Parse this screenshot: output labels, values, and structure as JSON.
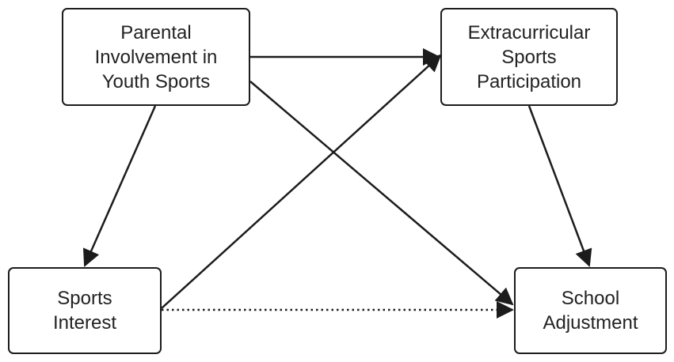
{
  "nodes": {
    "parental": {
      "lines": [
        "Parental",
        "Involvement in",
        "Youth Sports"
      ]
    },
    "extra": {
      "lines": [
        "Extracurricular",
        "Sports",
        "Participation"
      ]
    },
    "sports": {
      "lines": [
        "Sports",
        "Interest"
      ]
    },
    "school": {
      "lines": [
        "School",
        "Adjustment"
      ]
    }
  },
  "edges": [
    {
      "from": "parental",
      "to": "extra",
      "style": "solid"
    },
    {
      "from": "parental",
      "to": "school",
      "style": "solid"
    },
    {
      "from": "parental",
      "to": "sports",
      "style": "solid"
    },
    {
      "from": "sports",
      "to": "extra",
      "style": "solid"
    },
    {
      "from": "extra",
      "to": "school",
      "style": "solid"
    },
    {
      "from": "sports",
      "to": "school",
      "style": "dotted"
    }
  ],
  "colors": {
    "stroke": "#1c1c1c",
    "text": "#222222",
    "background": "#ffffff"
  }
}
